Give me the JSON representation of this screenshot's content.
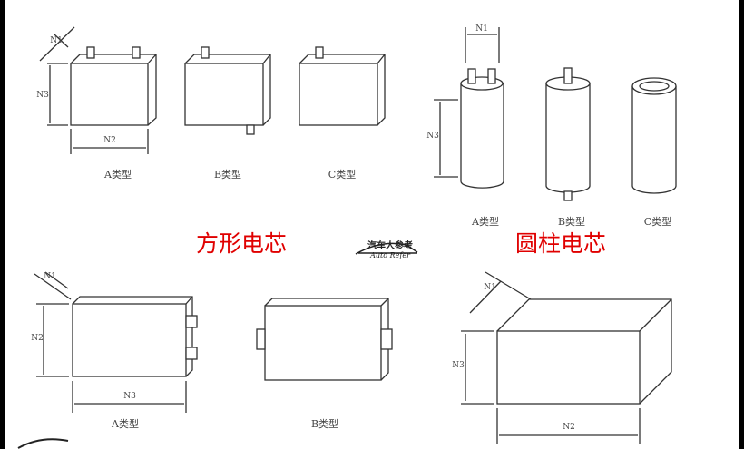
{
  "prismatic": {
    "title": "方形电芯",
    "types": [
      "A类型",
      "B类型",
      "C类型"
    ],
    "dims": [
      "N1",
      "N2",
      "N3"
    ]
  },
  "cylindrical": {
    "title": "圆柱电芯",
    "types": [
      "A类型",
      "B类型",
      "C类型"
    ],
    "dims": [
      "N1",
      "N3"
    ]
  },
  "pouch": {
    "types": [
      "A类型",
      "B类型"
    ],
    "dims": [
      "N1",
      "N2",
      "N3"
    ]
  },
  "block": {
    "dims": [
      "N1",
      "N3",
      "N2"
    ]
  },
  "logo": {
    "cn": "汽车人参考",
    "en": "Auto Refer"
  },
  "colors": {
    "accent": "#e00000"
  }
}
